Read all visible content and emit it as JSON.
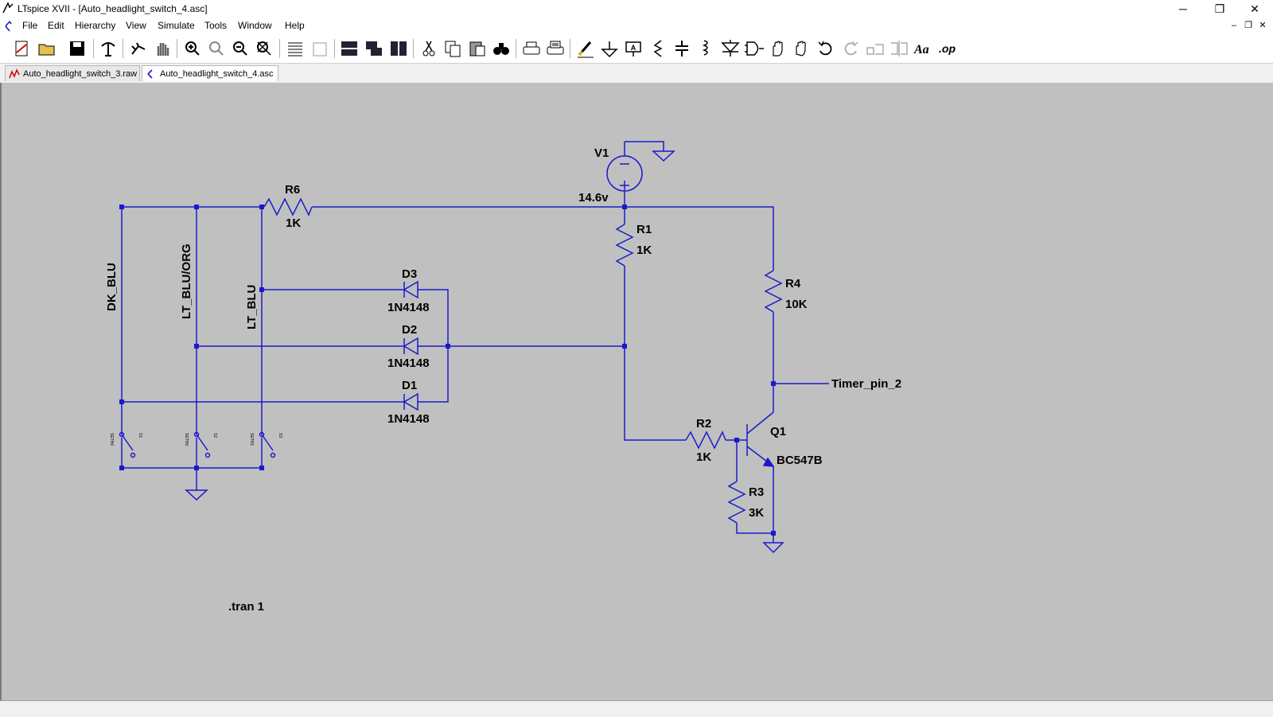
{
  "window": {
    "title": "LTspice XVII - [Auto_headlight_switch_4.asc]",
    "controls": {
      "minimize": "─",
      "restore": "❐",
      "close": "✕"
    }
  },
  "menubar": {
    "items": [
      "File",
      "Edit",
      "Hierarchy",
      "View",
      "Simulate",
      "Tools",
      "Window",
      "Help"
    ],
    "mdi_controls": {
      "minimize": "–",
      "restore": "❐",
      "close": "✕"
    }
  },
  "toolbar": {
    "icons": [
      "new-schematic-icon",
      "open-icon",
      "save-icon",
      "control-panel-icon",
      "run-icon",
      "halt-icon",
      "zoom-in-icon",
      "zoom-fit-icon",
      "zoom-out-icon",
      "zoom-full-icon",
      "autorange-icon",
      "zoom-back-icon",
      "tile-horizontal-icon",
      "cascade-icon",
      "tile-vertical-icon",
      "cut-icon",
      "copy-icon",
      "paste-icon",
      "find-icon",
      "print-setup-icon",
      "print-icon",
      "draw-wire-icon",
      "ground-icon",
      "label-net-icon",
      "resistor-icon",
      "capacitor-icon",
      "inductor-icon",
      "diode-icon",
      "component-icon",
      "move-icon",
      "drag-icon",
      "undo-icon",
      "redo-icon",
      "rotate-icon",
      "mirror-icon",
      "text-icon",
      "spice-directive-icon"
    ]
  },
  "tabs": [
    {
      "label": "Auto_headlight_switch_3.raw",
      "icon": "waveform-icon"
    },
    {
      "label": "Auto_headlight_switch_4.asc",
      "icon": "schematic-icon"
    }
  ],
  "schematic": {
    "colors": {
      "wire": "#1a1acc",
      "background": "#c0c0c0"
    },
    "labels": {
      "V1": "V1",
      "V1_value": "14.6v",
      "R6": "R6",
      "R6_value": "1K",
      "R1": "R1",
      "R1_value": "1K",
      "R4": "R4",
      "R4_value": "10K",
      "R2": "R2",
      "R2_value": "1K",
      "R3": "R3",
      "R3_value": "3K",
      "Q1": "Q1",
      "Q1_value": "BC547B",
      "D1": "D1",
      "D1_value": "1N4148",
      "D2": "D2",
      "D2_value": "1N4148",
      "D3": "D3",
      "D3_value": "1N4148",
      "net_dk_blu": "DK_BLU",
      "net_lt_blu_org": "LT_BLU/ORG",
      "net_lt_blu": "LT_BLU",
      "net_timer": "Timer_pin_2",
      "directive": ".tran 1",
      "sw1_model": "SETH0",
      "sw1_name": "S1",
      "sw2_model": "SETH0",
      "sw2_name": "S2",
      "sw3_model": "SETH1",
      "sw3_name": "S3"
    }
  }
}
